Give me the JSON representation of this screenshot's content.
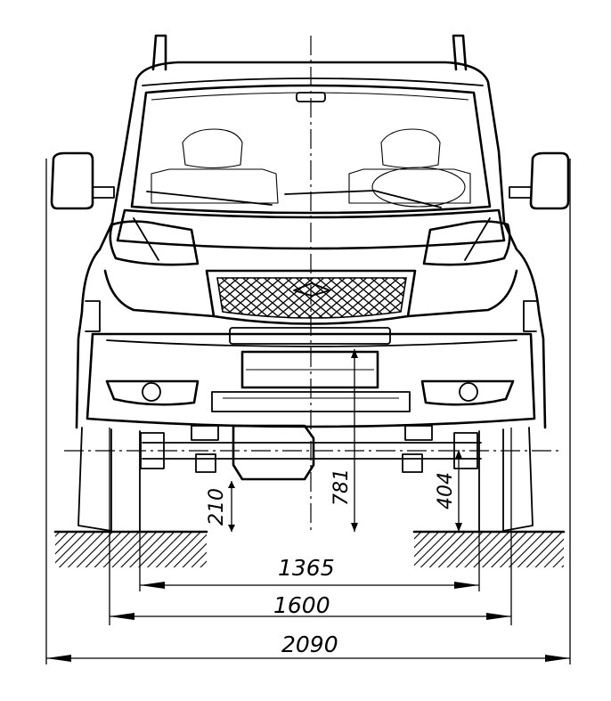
{
  "dimensions": {
    "track_rear": "1365",
    "track_front": "1600",
    "overall_width": "2090",
    "ground_clearance": "210",
    "axle_to_ground": "404",
    "bumper_height": "781"
  }
}
